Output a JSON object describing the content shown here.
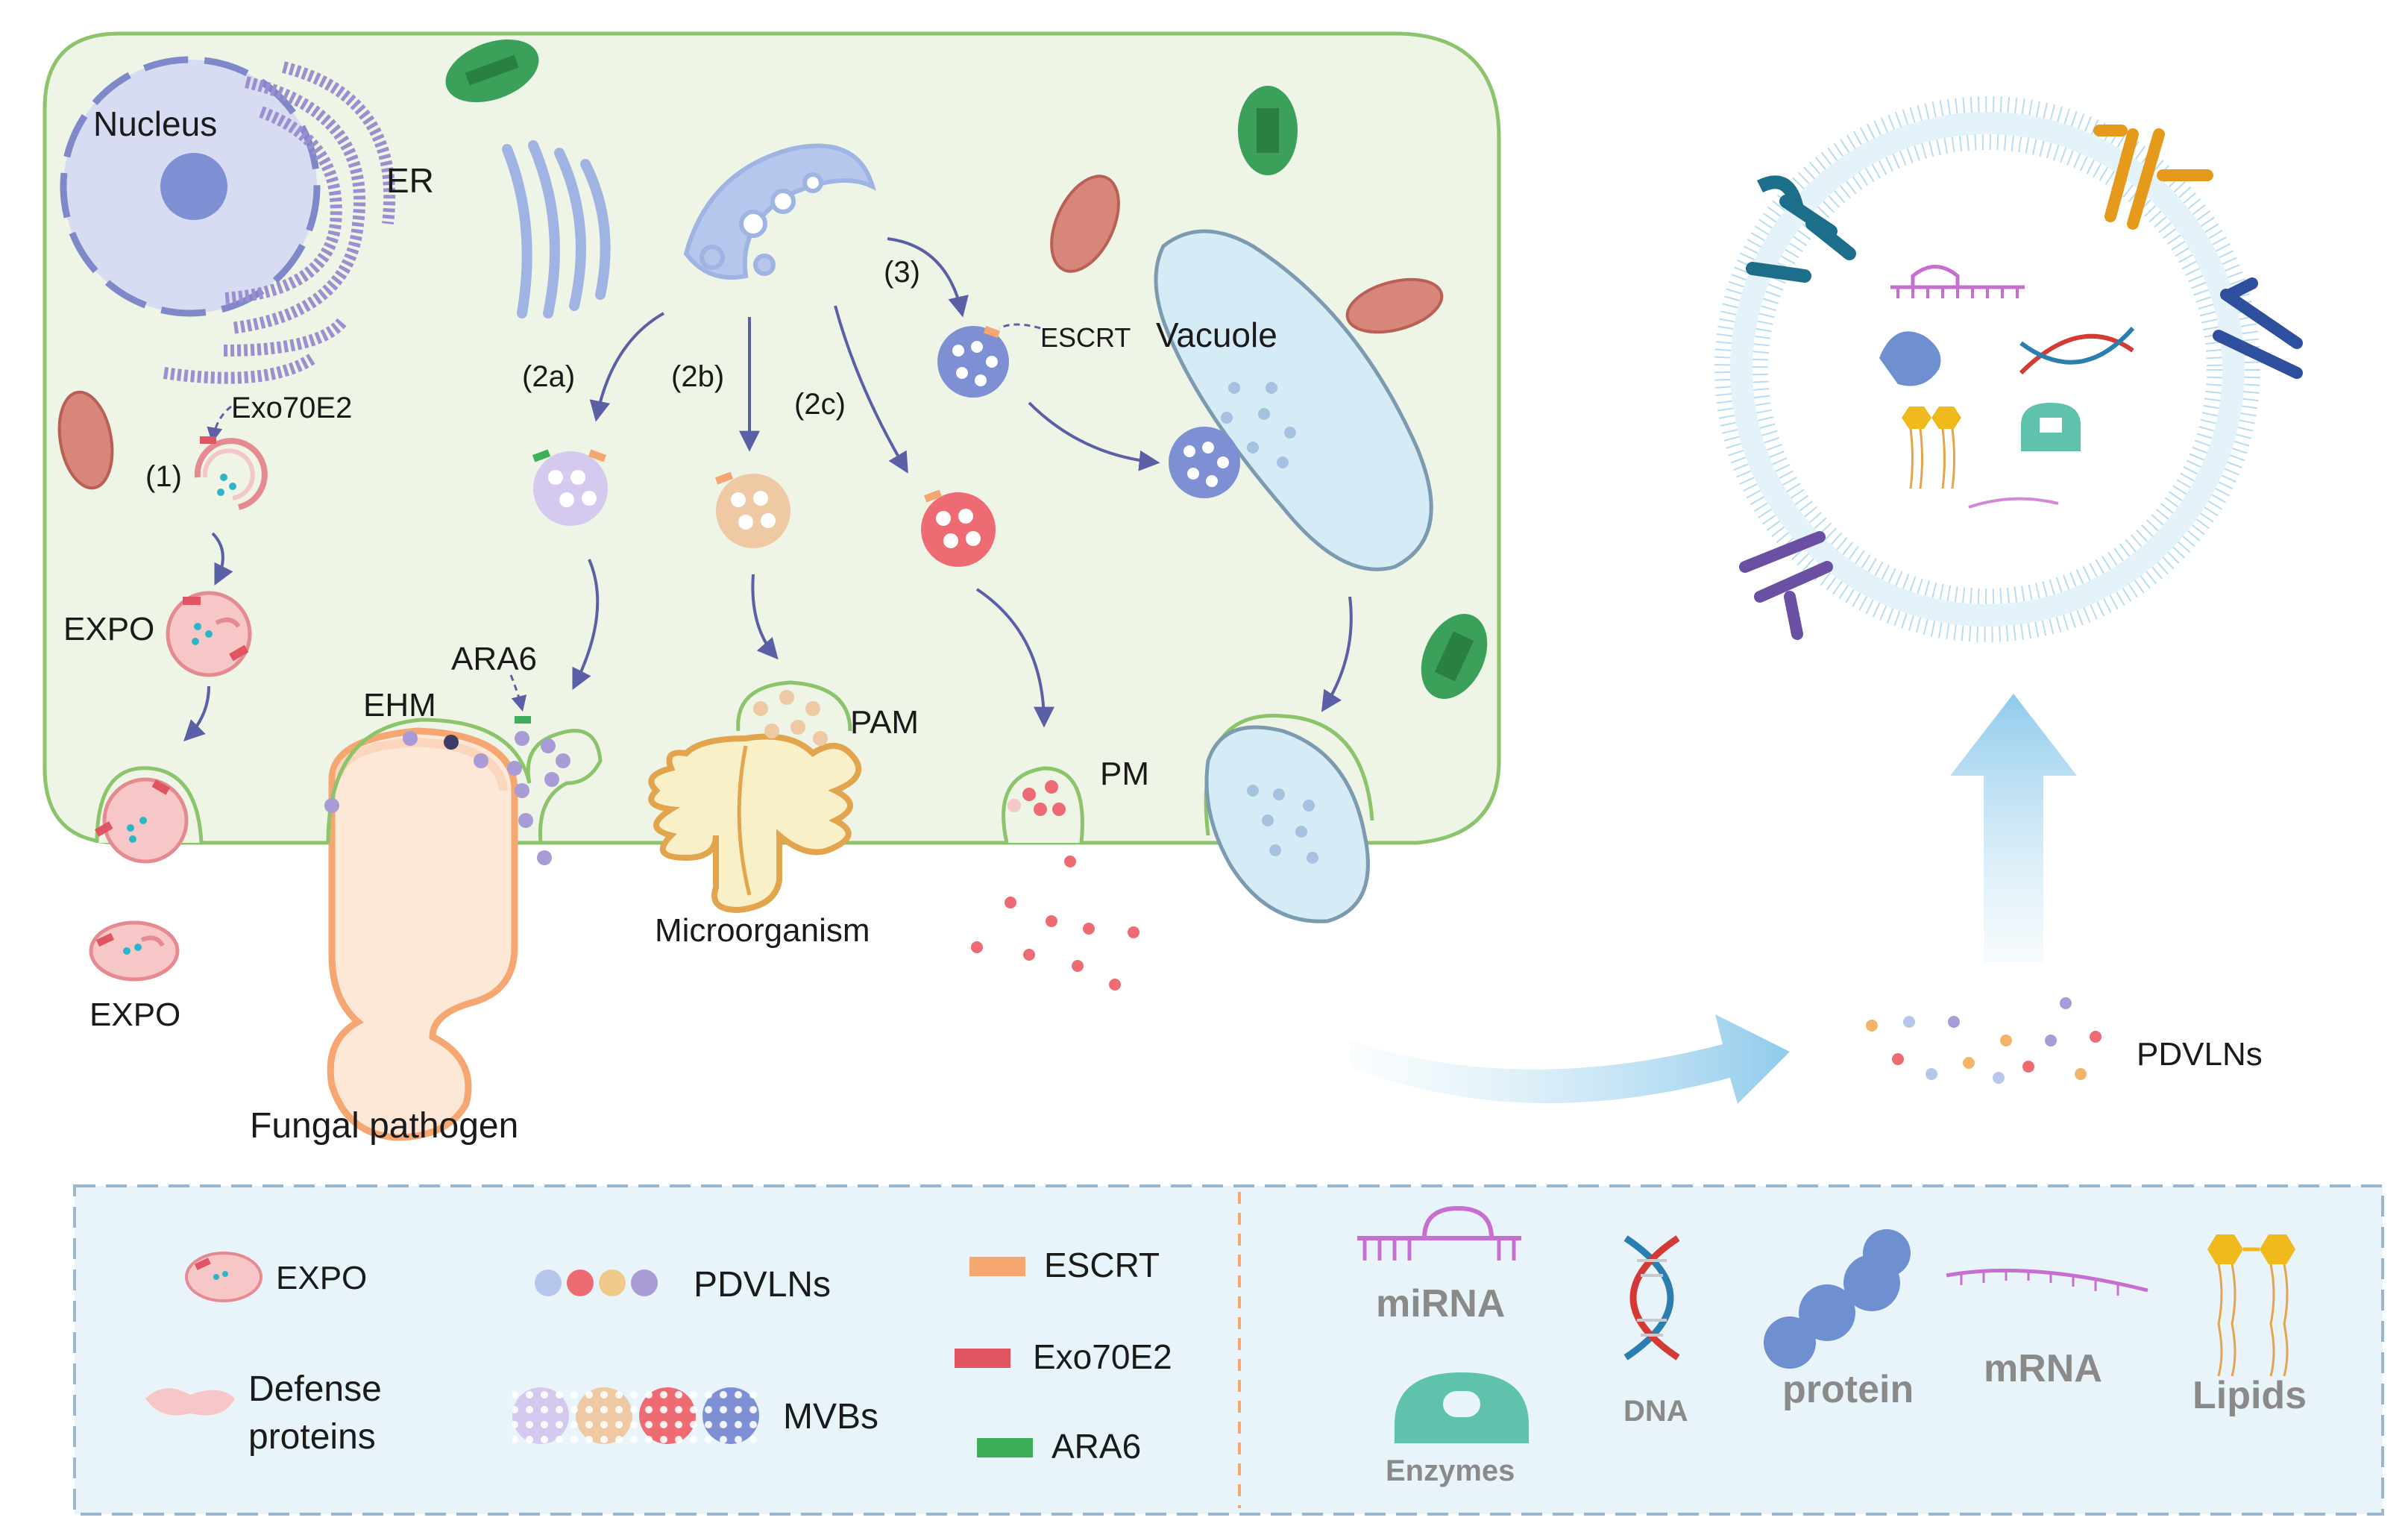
{
  "cell": {
    "nucleus": "Nucleus",
    "er": "ER",
    "exo70e2": "Exo70E2",
    "step1": "(1)",
    "expo_inside": "EXPO",
    "expo_outside": "EXPO",
    "step2a": "(2a)",
    "step2b": "(2b)",
    "step2c": "(2c)",
    "step3": "(3)",
    "escrt": "ESCRT",
    "vacuole": "Vacuole",
    "ara6": "ARA6",
    "ehm": "EHM",
    "pam": "PAM",
    "pm": "PM",
    "microorganism": "Microorganism",
    "fungal_pathogen": "Fungal pathogen"
  },
  "vesicle": {
    "pdvlns": "PDVLNs"
  },
  "legend": {
    "expo": "EXPO",
    "defense_1": "Defense",
    "defense_2": "proteins",
    "pdvlns": "PDVLNs",
    "mvbs": "MVBs",
    "escrt": "ESCRT",
    "exo70e2": "Exo70E2",
    "ara6": "ARA6"
  },
  "cargo": {
    "mirna": "miRNA",
    "dna": "DNA",
    "protein": "protein",
    "mrna": "mRNA",
    "lipids": "Lipids",
    "enzymes": "Enzymes"
  },
  "colors": {
    "cell_fill": "#eef5e6",
    "cell_border": "#8cc46c",
    "legend_fill": "#e9f4fa",
    "legend_border": "#9bb6cf",
    "arrow": "#5b5fa6",
    "escrt": "#f5a671",
    "exo70e2": "#e05561",
    "ara6": "#3eae5a",
    "membrane": "#b8dcf0"
  }
}
